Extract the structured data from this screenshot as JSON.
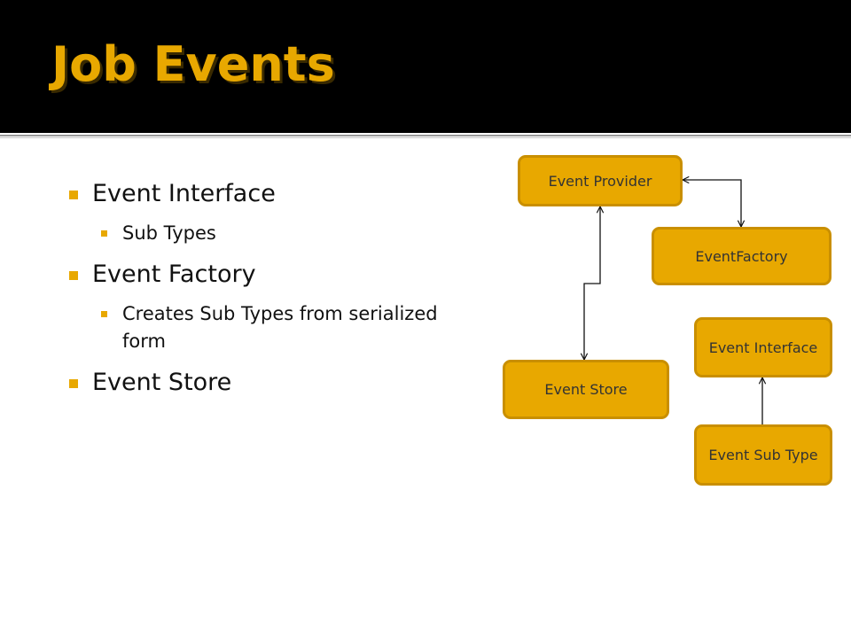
{
  "slide": {
    "title": "Job Events",
    "bullets": [
      {
        "level": 1,
        "text": "Event Interface"
      },
      {
        "level": 2,
        "text": "Sub Types"
      },
      {
        "level": 1,
        "text": "Event Factory"
      },
      {
        "level": 2,
        "text": "Creates Sub Types from serialized form"
      },
      {
        "level": 1,
        "text": "Event Store"
      }
    ]
  },
  "diagram": {
    "nodes": {
      "event_provider": "Event Provider",
      "event_factory": "EventFactory",
      "event_interface": "Event Interface",
      "event_store": "Event Store",
      "event_sub_type": "Event Sub Type"
    },
    "connections": [
      {
        "from": "Event Provider",
        "to": "EventFactory",
        "arrows": "both"
      },
      {
        "from": "Event Store",
        "to": "Event Provider",
        "arrows": "both"
      },
      {
        "from": "Event Sub Type",
        "to": "Event Interface",
        "arrows": "to"
      }
    ]
  },
  "colors": {
    "title": "#e8a800",
    "title_bar": "#000000",
    "node_fill": "#e8a800",
    "node_border": "#c98f00",
    "bullet_square": "#e8a800",
    "text": "#111111"
  }
}
